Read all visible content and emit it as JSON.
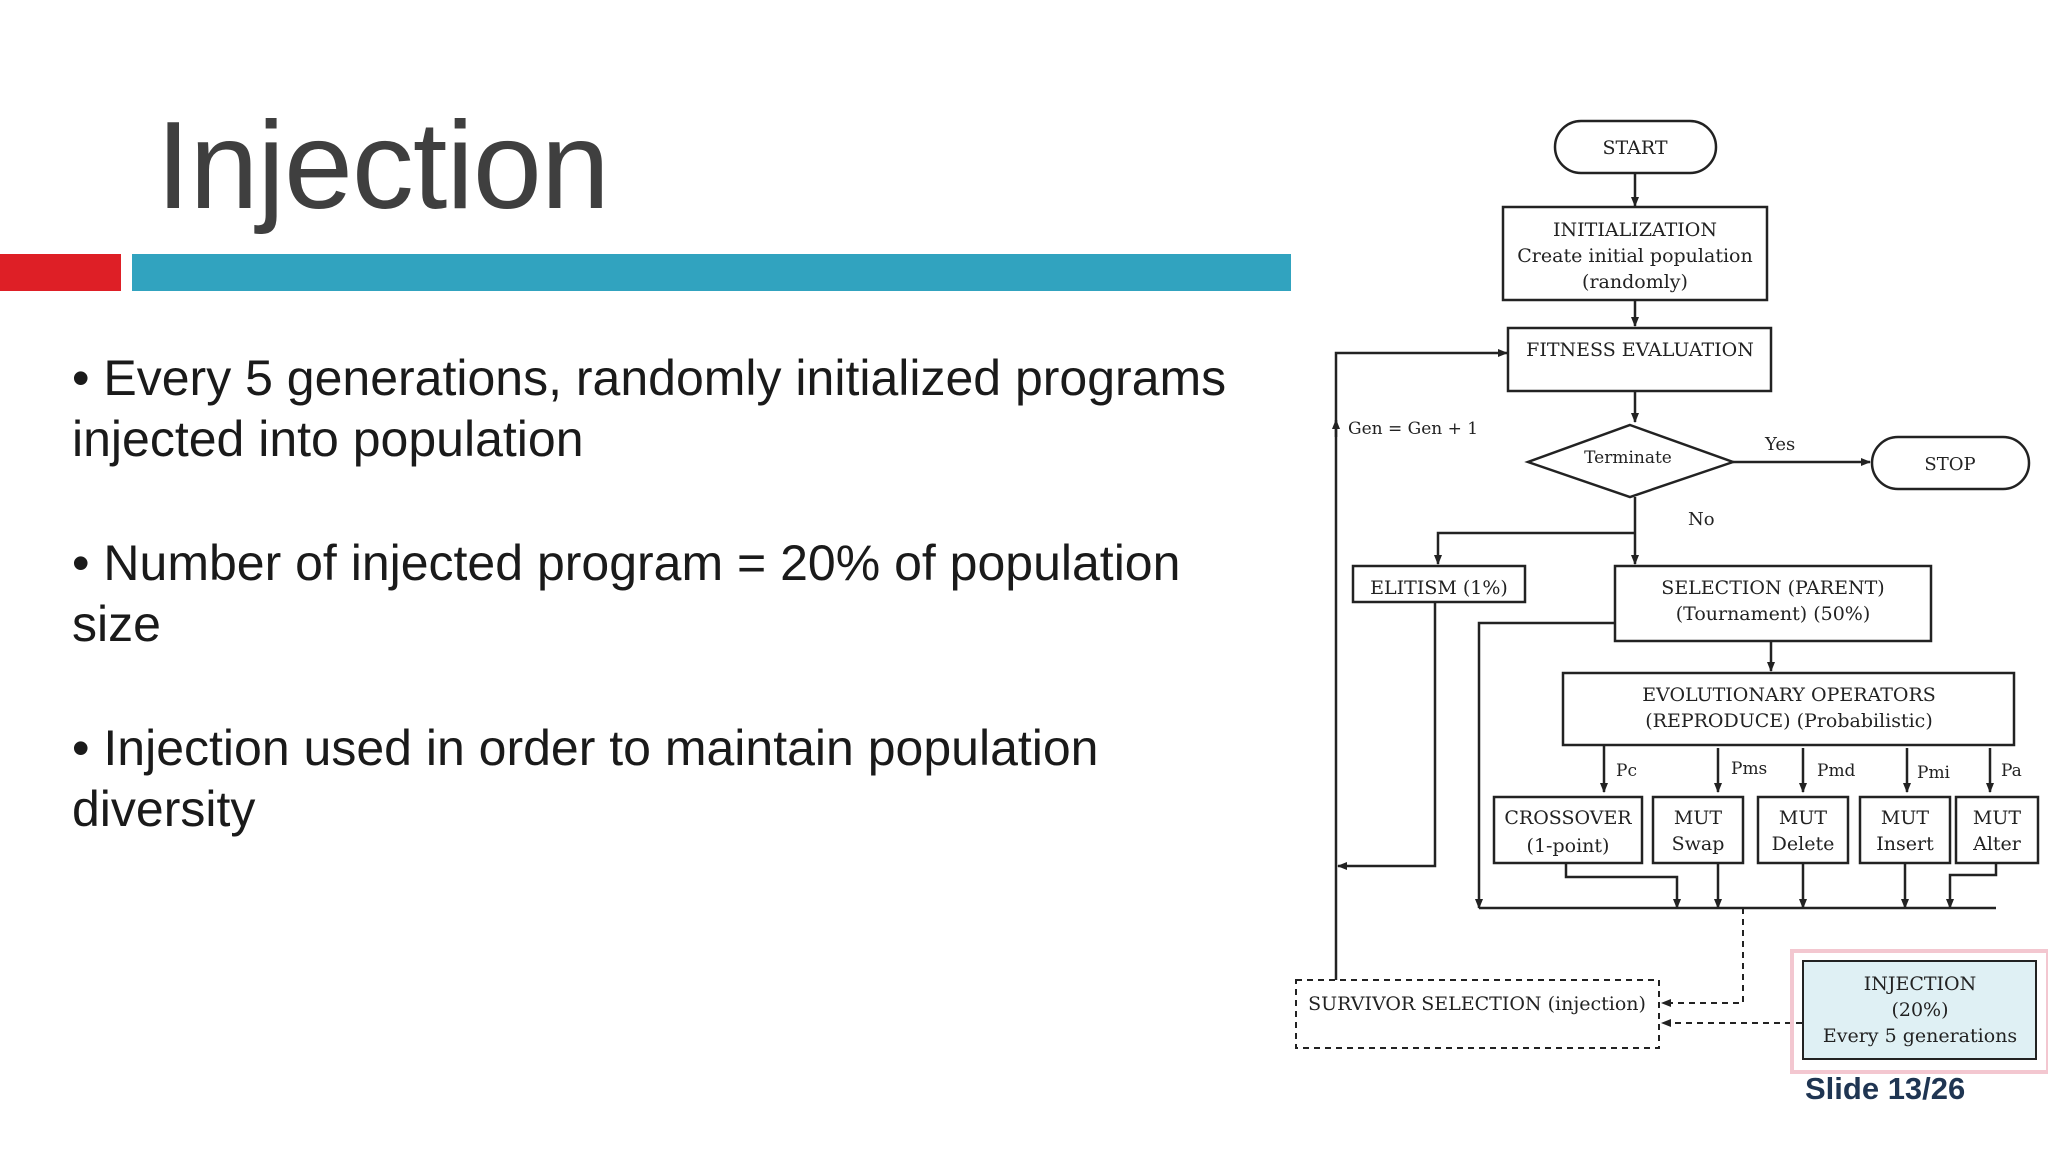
{
  "slide": {
    "title": "Injection",
    "bullets": [
      "• Every 5 generations, randomly initialized programs injected into population",
      "• Number of injected program = 20% of population size",
      "• Injection used in order to maintain population diversity"
    ],
    "slide_number": "Slide 13/26"
  },
  "colors": {
    "accent_red": "#de1f26",
    "accent_teal": "#31a3bf",
    "injection_fill": "#dff0f4"
  },
  "flowchart": {
    "start": "START",
    "init_line1": "INITIALIZATION",
    "init_line2": "Create initial population",
    "init_line3": "(randomly)",
    "fitness": "FITNESS EVALUATION",
    "terminate": "Terminate",
    "yes": "Yes",
    "no": "No",
    "stop": "STOP",
    "gen_loop": "Gen = Gen + 1",
    "elitism": "ELITISM (1%)",
    "selection_line1": "SELECTION (PARENT)",
    "selection_line2": "(Tournament) (50%)",
    "evo_line1": "EVOLUTIONARY OPERATORS",
    "evo_line2": "(REPRODUCE) (Probabilistic)",
    "prob_c": "Pc",
    "prob_ms": "Pms",
    "prob_md": "Pmd",
    "prob_mi": "Pmi",
    "prob_a": "Pa",
    "crossover_line1": "CROSSOVER",
    "crossover_line2": "(1-point)",
    "mut_swap_line1": "MUT",
    "mut_swap_line2": "Swap",
    "mut_delete_line1": "MUT",
    "mut_delete_line2": "Delete",
    "mut_insert_line1": "MUT",
    "mut_insert_line2": "Insert",
    "mut_alter_line1": "MUT",
    "mut_alter_line2": "Alter",
    "survivor": "SURVIVOR SELECTION (injection)",
    "injection_line1": "INJECTION",
    "injection_line2": "(20%)",
    "injection_line3": "Every 5 generations"
  }
}
